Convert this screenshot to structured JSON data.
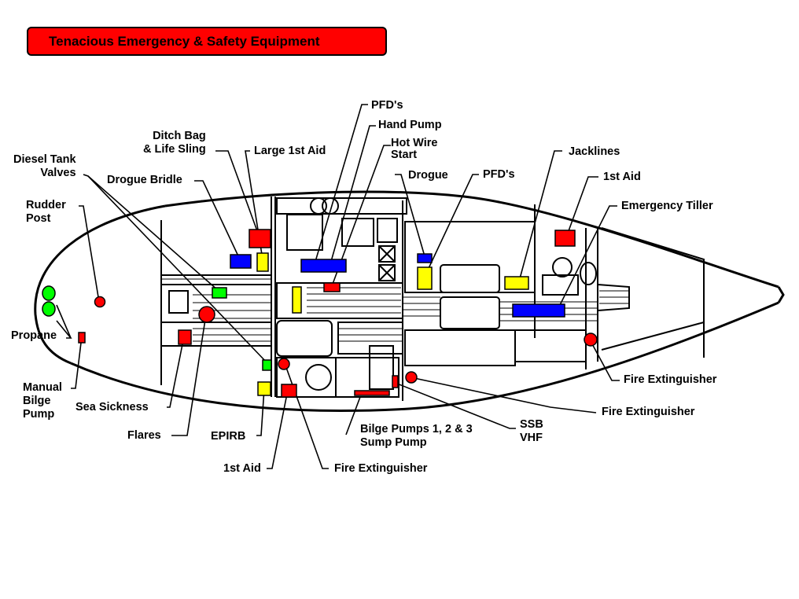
{
  "title": "Tenacious Emergency & Safety Equipment",
  "colors": {
    "title_background": "#ff0000",
    "fire_safety": "#ff0000",
    "flotation": "#ffff00",
    "gear": "#0000ff",
    "gas": "#00ff00",
    "outline": "#000000"
  },
  "labels": {
    "diesel_tank_valves": [
      "Diesel Tank",
      "Valves"
    ],
    "rudder_post": [
      "Rudder",
      "Post"
    ],
    "propane": "Propane",
    "manual_bilge_pump": [
      "Manual",
      "Bilge",
      "Pump"
    ],
    "ditch_bag": [
      "Ditch Bag",
      "& Life Sling"
    ],
    "large_first_aid": "Large 1st Aid",
    "drogue_bridle": "Drogue Bridle",
    "pfds_1": "PFD's",
    "hand_pump": "Hand Pump",
    "hot_wire_start": [
      "Hot Wire",
      "Start"
    ],
    "drogue": "Drogue",
    "pfds_2": "PFD's",
    "jacklines": "Jacklines",
    "first_aid_fwd": "1st Aid",
    "emergency_tiller": "Emergency Tiller",
    "fire_extinguisher_fwd": "Fire Extinguisher",
    "fire_extinguisher_mid": "Fire Extinguisher",
    "ssb_vhf": [
      "SSB",
      "VHF"
    ],
    "bilge_pumps": [
      "Bilge Pumps 1, 2 & 3",
      "Sump Pump"
    ],
    "fire_extinguisher_aft": "Fire Extinguisher",
    "first_aid_aft": "1st Aid",
    "epirb": "EPIRB",
    "flares": "Flares",
    "sea_sickness": "Sea Sickness"
  }
}
